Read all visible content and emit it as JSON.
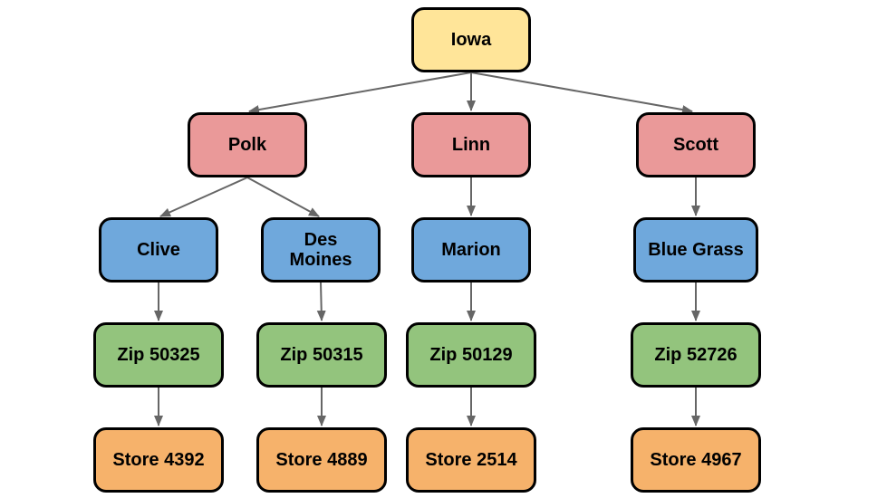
{
  "diagram": {
    "palette": {
      "state_fill": "#FFE599",
      "county_fill": "#EA9999",
      "city_fill": "#6FA8DC",
      "zip_fill": "#93C47D",
      "store_fill": "#F6B26B",
      "node_border": "#000000",
      "node_text": "#000000",
      "arrow": "#666666",
      "background": "#FFFFFF"
    },
    "nodes": {
      "iowa": {
        "label": "Iowa",
        "level": "state"
      },
      "polk": {
        "label": "Polk",
        "level": "county"
      },
      "linn": {
        "label": "Linn",
        "level": "county"
      },
      "scott": {
        "label": "Scott",
        "level": "county"
      },
      "clive": {
        "label": "Clive",
        "level": "city"
      },
      "des_moines": {
        "label": "Des Moines",
        "level": "city"
      },
      "marion": {
        "label": "Marion",
        "level": "city"
      },
      "blue_grass": {
        "label": "Blue Grass",
        "level": "city"
      },
      "zip_50325": {
        "label": "Zip 50325",
        "level": "zip"
      },
      "zip_50315": {
        "label": "Zip 50315",
        "level": "zip"
      },
      "zip_50129": {
        "label": "Zip 50129",
        "level": "zip"
      },
      "zip_52726": {
        "label": "Zip 52726",
        "level": "zip"
      },
      "store_4392": {
        "label": "Store 4392",
        "level": "store"
      },
      "store_4889": {
        "label": "Store 4889",
        "level": "store"
      },
      "store_2514": {
        "label": "Store 2514",
        "level": "store"
      },
      "store_4967": {
        "label": "Store 4967",
        "level": "store"
      }
    },
    "edges": [
      {
        "from": "iowa",
        "to": "polk"
      },
      {
        "from": "iowa",
        "to": "linn"
      },
      {
        "from": "iowa",
        "to": "scott"
      },
      {
        "from": "polk",
        "to": "clive"
      },
      {
        "from": "polk",
        "to": "des_moines"
      },
      {
        "from": "linn",
        "to": "marion"
      },
      {
        "from": "scott",
        "to": "blue_grass"
      },
      {
        "from": "clive",
        "to": "zip_50325"
      },
      {
        "from": "des_moines",
        "to": "zip_50315"
      },
      {
        "from": "marion",
        "to": "zip_50129"
      },
      {
        "from": "blue_grass",
        "to": "zip_52726"
      },
      {
        "from": "zip_50325",
        "to": "store_4392"
      },
      {
        "from": "zip_50315",
        "to": "store_4889"
      },
      {
        "from": "zip_50129",
        "to": "store_2514"
      },
      {
        "from": "zip_52726",
        "to": "store_4967"
      }
    ]
  }
}
